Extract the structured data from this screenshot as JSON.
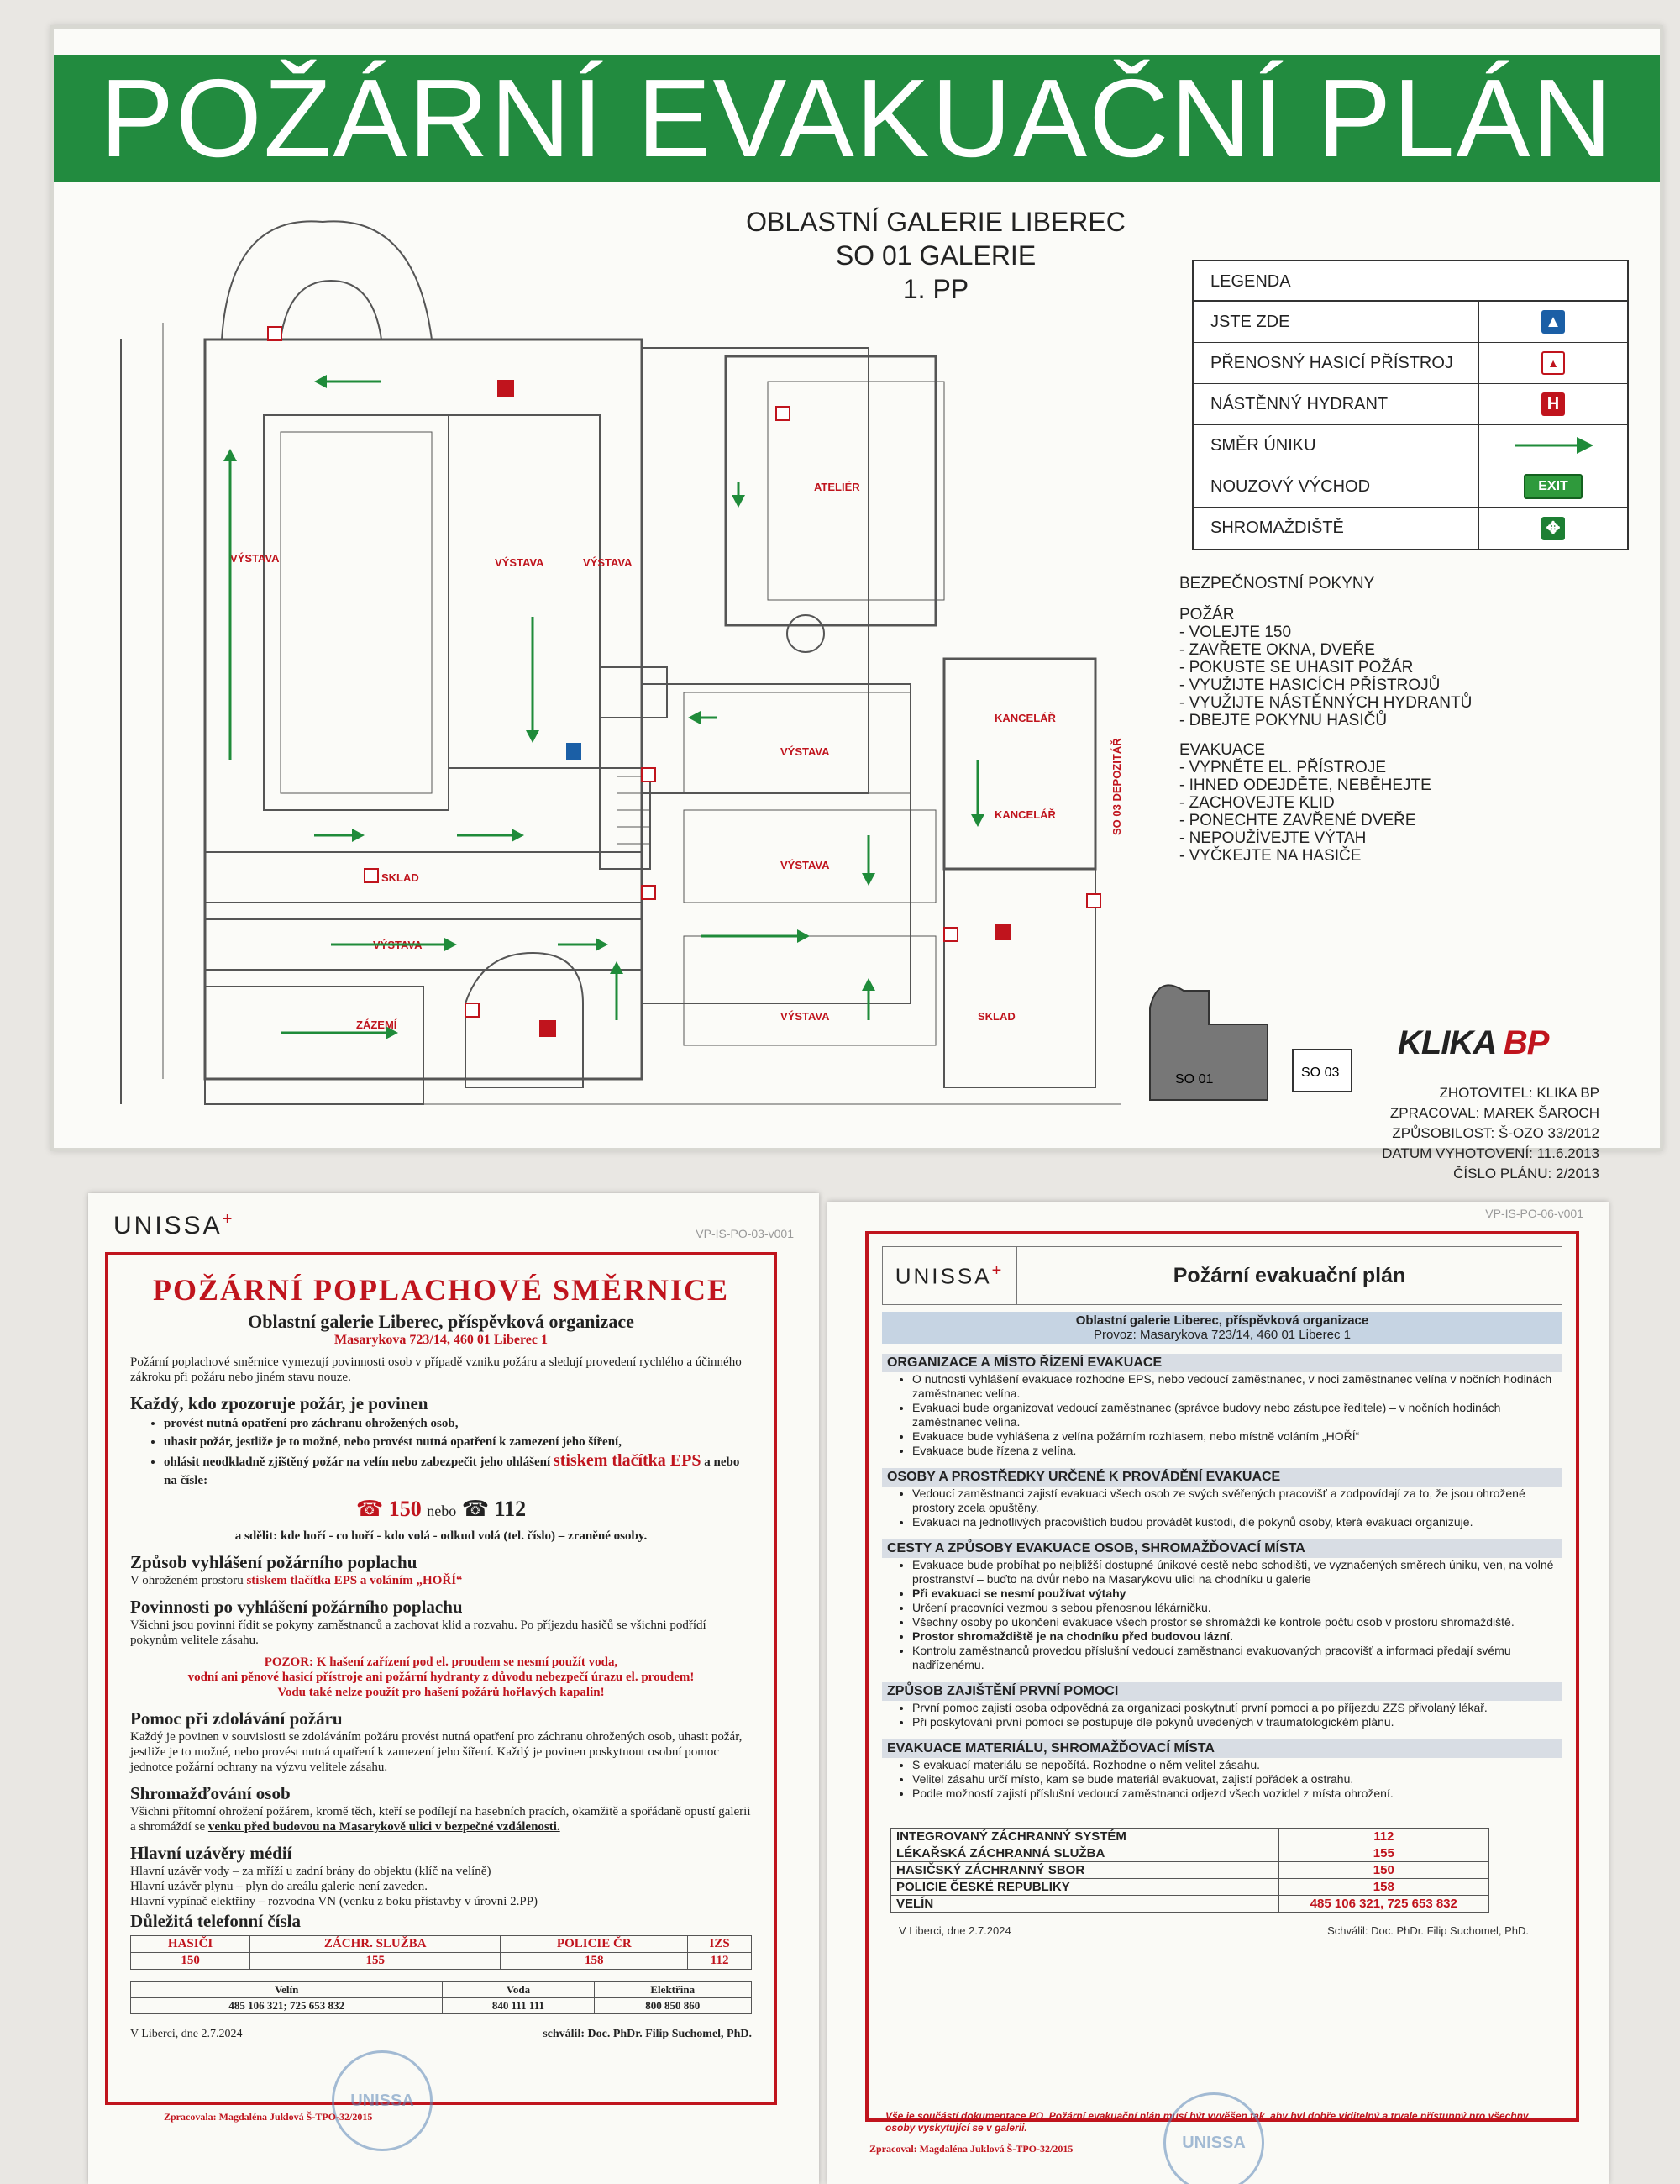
{
  "poster": {
    "title": "POŽÁRNÍ EVAKUAČNÍ PLÁN",
    "heading": [
      "OBLASTNÍ GALERIE LIBEREC",
      "SO 01 GALERIE",
      "1. PP"
    ],
    "rooms": {
      "vystava": "VÝSTAVA",
      "atelier": "ATELIÉR",
      "kancelar": "KANCELÁŘ",
      "sklad": "SKLAD",
      "zazemi": "ZÁZEMÍ",
      "depozitar": "SO 03 DEPOZITÁŘ"
    },
    "legend": {
      "header": "LEGENDA",
      "items": [
        {
          "label": "JSTE ZDE",
          "icon": "you-are-here-icon"
        },
        {
          "label": "PŘENOSNÝ HASICÍ PŘÍSTROJ",
          "icon": "fire-extinguisher-icon"
        },
        {
          "label": "NÁSTĚNNÝ HYDRANT",
          "icon": "hydrant-icon",
          "glyph": "H"
        },
        {
          "label": "SMĚR ÚNIKU",
          "icon": "escape-arrow-icon"
        },
        {
          "label": "NOUZOVÝ VÝCHOD",
          "icon": "exit-sign-icon",
          "glyph": "EXIT"
        },
        {
          "label": "SHROMAŽDIŠTĚ",
          "icon": "assembly-point-icon"
        }
      ]
    },
    "safety": {
      "title": "BEZPEČNOSTNÍ POKYNY",
      "fire_title": "POŽÁR",
      "fire_items": [
        "- VOLEJTE 150",
        "- ZAVŘETE OKNA, DVEŘE",
        "- POKUSTE SE UHASIT POŽÁR",
        "- VYUŽIJTE HASICÍCH PŘÍSTROJŮ",
        "- VYUŽIJTE NÁSTĚNNÝCH HYDRANTŮ",
        "- DBEJTE POKYNU HASIČŮ"
      ],
      "evac_title": "EVAKUACE",
      "evac_items": [
        "- VYPNĚTE EL. PŘÍSTROJE",
        "- IHNED ODEJDĚTE, NEBĚHEJTE",
        "- ZACHOVEJTE KLID",
        "- PONECHTE ZAVŘENÉ DVEŘE",
        "- NEPOUŽÍVEJTE VÝTAH",
        "- VYČKEJTE NA HASIČE"
      ]
    },
    "logo": {
      "klika": "KLIKA",
      "bp": "BP"
    },
    "site_map": {
      "so01": "SO 01",
      "so03": "SO 03"
    },
    "creator": [
      "ZHOTOVITEL: KLIKA BP",
      "ZPRACOVAL: MAREK ŠAROCH",
      "ZPŮSOBILOST: Š-OZO 33/2012",
      "DATUM VYHOTOVENÍ: 11.6.2013",
      "ČÍSLO PLÁNU: 2/2013"
    ]
  },
  "left_doc": {
    "logo": "UNISSA",
    "code": "VP-IS-PO-03-v001",
    "title": "POŽÁRNÍ POPLACHOVÉ SMĚRNICE",
    "org": "Oblastní galerie Liberec, příspěvková organizace",
    "address": "Masarykova 723/14, 460 01 Liberec 1",
    "intro": "Požární poplachové směrnice vymezují povinnosti osob v případě vzniku požáru a sledují provedení rychlého a účinného zákroku při požáru nebo jiném stavu nouze.",
    "h_each": "Každý, kdo zpozoruje požár, je povinen",
    "each_items": [
      "provést nutná opatření pro záchranu ohrožených osob,",
      "uhasit požár, jestliže je to možné, nebo provést nutná opatření k zamezení jeho šíření,",
      "ohlásit neodkladně zjištěný požár na velín nebo zabezpečit jeho ohlášení"
    ],
    "eps_red": "stiskem tlačítka EPS",
    "eps_suffix": "a nebo na čísle:",
    "phone1": "150",
    "phone_or": "nebo",
    "phone2": "112",
    "tell": "a sdělit:  kde hoří - co hoří - kdo volá - odkud volá (tel. číslo) – zraněné osoby.",
    "h_announce": "Způsob vyhlášení požárního poplachu",
    "announce_text": "V ohroženém prostoru",
    "announce_red": "stiskem tlačítka EPS a voláním „HOŘÍ“",
    "h_duties": "Povinnosti po vyhlášení požárního poplachu",
    "duties_text": "Všichni jsou povinni řídit se pokyny zaměstnanců a zachovat klid a rozvahu. Po příjezdu hasičů se všichni podřídí pokynům velitele zásahu.",
    "warning": [
      "POZOR: K hašení zařízení pod el. proudem se nesmí použít voda,",
      "vodní ani pěnové hasicí přístroje ani požární hydranty z důvodu nebezpečí úrazu el. proudem!",
      "Vodu také nelze použít pro hašení požárů hořlavých kapalin!"
    ],
    "h_help": "Pomoc při zdolávání požáru",
    "help_text": "Každý je povinen v souvislosti se zdoláváním požáru provést nutná opatření pro záchranu ohrožených osob, uhasit požár, jestliže je to možné, nebo provést nutná opatření k zamezení jeho šíření. Každý je povinen poskytnout osobní pomoc jednotce požární ochrany na výzvu velitele zásahu.",
    "h_gather": "Shromažďování osob",
    "gather_text": "Všichni přítomní ohrožení požárem, kromě těch, kteří se podílejí na hasebních pracích, okamžitě a spořádaně opustí galerii a shromáždí se",
    "gather_bold": "venku před budovou na Masarykově ulici v bezpečné vzdálenosti.",
    "h_main": "Hlavní uzávěry médií",
    "main_items": [
      "Hlavní uzávěr vody – za mříží u zadní brány do objektu (klíč na velíně)",
      "Hlavní uzávěr plynu – plyn do areálu galerie není zaveden.",
      "Hlavní vypínač elektřiny – rozvodna VN (venku z boku přístavby v úrovni 2.PP)"
    ],
    "h_phones": "Důležitá telefonní čísla",
    "phone_headers": [
      "HASIČI",
      "ZÁCHR. SLUŽBA",
      "POLICIE ČR",
      "IZS"
    ],
    "phone_values": [
      "150",
      "155",
      "158",
      "112"
    ],
    "util_headers": [
      "Velín",
      "Voda",
      "Elektřina"
    ],
    "util_values": [
      "485 106 321; 725 653 832",
      "840 111 111",
      "800 850 860"
    ],
    "date": "V Liberci, dne 2.7.2024",
    "approved": "schválil: Doc. PhDr. Filip Suchomel, PhD.",
    "prepared": "Zpracovala:  Magdaléna Juklová Š-TPO-32/2015"
  },
  "right_doc": {
    "logo": "UNISSA",
    "code": "VP-IS-PO-06-v001",
    "title": "Požární evakuační plán",
    "org": "Oblastní galerie Liberec, příspěvková organizace",
    "operation": "Provoz: Masarykova 723/14, 460 01 Liberec 1",
    "sections": [
      {
        "title": "ORGANIZACE A MÍSTO ŘÍZENÍ EVAKUACE",
        "items": [
          "O nutnosti vyhlášení evakuace rozhodne EPS, nebo vedoucí zaměstnanec, v noci zaměstnanec velína v nočních hodinách zaměstnanec velína.",
          "Evakuaci bude organizovat vedoucí zaměstnanec (správce budovy nebo zástupce ředitele) – v nočních hodinách zaměstnanec velína.",
          "Evakuace bude vyhlášena z velína požárním rozhlasem, nebo místně voláním „HOŘÍ“",
          "Evakuace bude řízena z velína."
        ]
      },
      {
        "title": "OSOBY A PROSTŘEDKY URČENÉ K PROVÁDĚNÍ EVAKUACE",
        "items": [
          "Vedoucí zaměstnanci zajistí evakuaci všech osob ze svých svěřených pracovišť a zodpovídají za to, že jsou ohrožené prostory zcela opuštěny.",
          "Evakuaci na jednotlivých pracovištích budou provádět kustodi, dle pokynů osoby, která evakuaci organizuje."
        ]
      },
      {
        "title": "CESTY A ZPŮSOBY EVAKUACE OSOB, SHROMAŽĎOVACÍ MÍSTA",
        "items": [
          "Evakuace bude probíhat po nejbližší dostupné únikové cestě nebo schodišti, ve vyznačených směrech úniku, ven, na volné prostranství – buďto na dvůr nebo na Masarykovu ulici na chodníku u galerie",
          "Při evakuaci se nesmí používat výtahy",
          "Určení pracovníci vezmou s sebou přenosnou lékárničku.",
          "Všechny osoby po ukončení evakuace všech prostor se shromáždí ke kontrole počtu osob v prostoru shromaždiště.",
          "Prostor shromaždiště je na chodníku před budovou lázní.",
          "Kontrolu zaměstnanců provedou příslušní vedoucí zaměstnanci evakuovaných pracovišť a informaci předají svému nadřízenému."
        ]
      },
      {
        "title": "ZPŮSOB ZAJIŠTĚNÍ PRVNÍ POMOCI",
        "items": [
          "První pomoc zajistí osoba odpovědná za organizaci poskytnutí první pomoci a po příjezdu ZZS přivolaný lékař.",
          "Při poskytování první pomoci se postupuje dle pokynů uvedených v traumatologickém plánu."
        ]
      },
      {
        "title": "EVAKUACE MATERIÁLU, SHROMAŽĎOVACÍ MÍSTA",
        "items": [
          "S evakuací materiálu se nepočítá. Rozhodne o něm velitel zásahu.",
          "Velitel zásahu určí místo, kam se bude materiál evakuovat, zajistí pořádek a ostrahu.",
          "Podle možností zajistí příslušní vedoucí zaměstnanci odjezd všech vozidel z místa ohrožení."
        ]
      }
    ],
    "ids": [
      {
        "label": "INTEGROVANÝ ZÁCHRANNÝ SYSTÉM",
        "value": "112"
      },
      {
        "label": "LÉKAŘSKÁ ZÁCHRANNÁ SLUŽBA",
        "value": "155"
      },
      {
        "label": "HASIČSKÝ ZÁCHRANNÝ SBOR",
        "value": "150"
      },
      {
        "label": "POLICIE ČESKÉ REPUBLIKY",
        "value": "158"
      },
      {
        "label": "VELÍN",
        "value": "485 106 321, 725 653 832"
      }
    ],
    "date": "V Liberci, dne 2.7.2024",
    "approved": "Schválil: Doc. PhDr. Filip Suchomel, PhD.",
    "note": "Vše je součástí dokumentace PO. Požární evakuační plán musí být vyvěšen tak, aby byl dobře viditelný a trvale přístupný pro všechny osoby vyskytující se v galerii.",
    "prepared": "Zpracoval:  Magdaléna Juklová Š-TPO-32/2015"
  },
  "colors": {
    "green": "#228b3f",
    "red": "#c0141d",
    "blue": "#1b5fa6"
  }
}
